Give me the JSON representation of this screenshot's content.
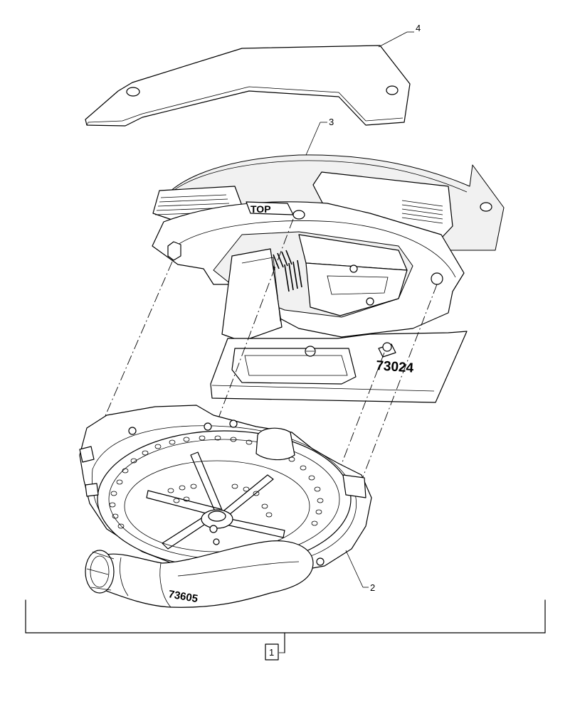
{
  "callouts": {
    "assembly": "1",
    "lower_housing": "2",
    "upper_housing": "3",
    "cover_plate": "4"
  },
  "markings": {
    "top_label": "TOP",
    "upper_part_number": "73024",
    "lower_part_number": "73605"
  }
}
